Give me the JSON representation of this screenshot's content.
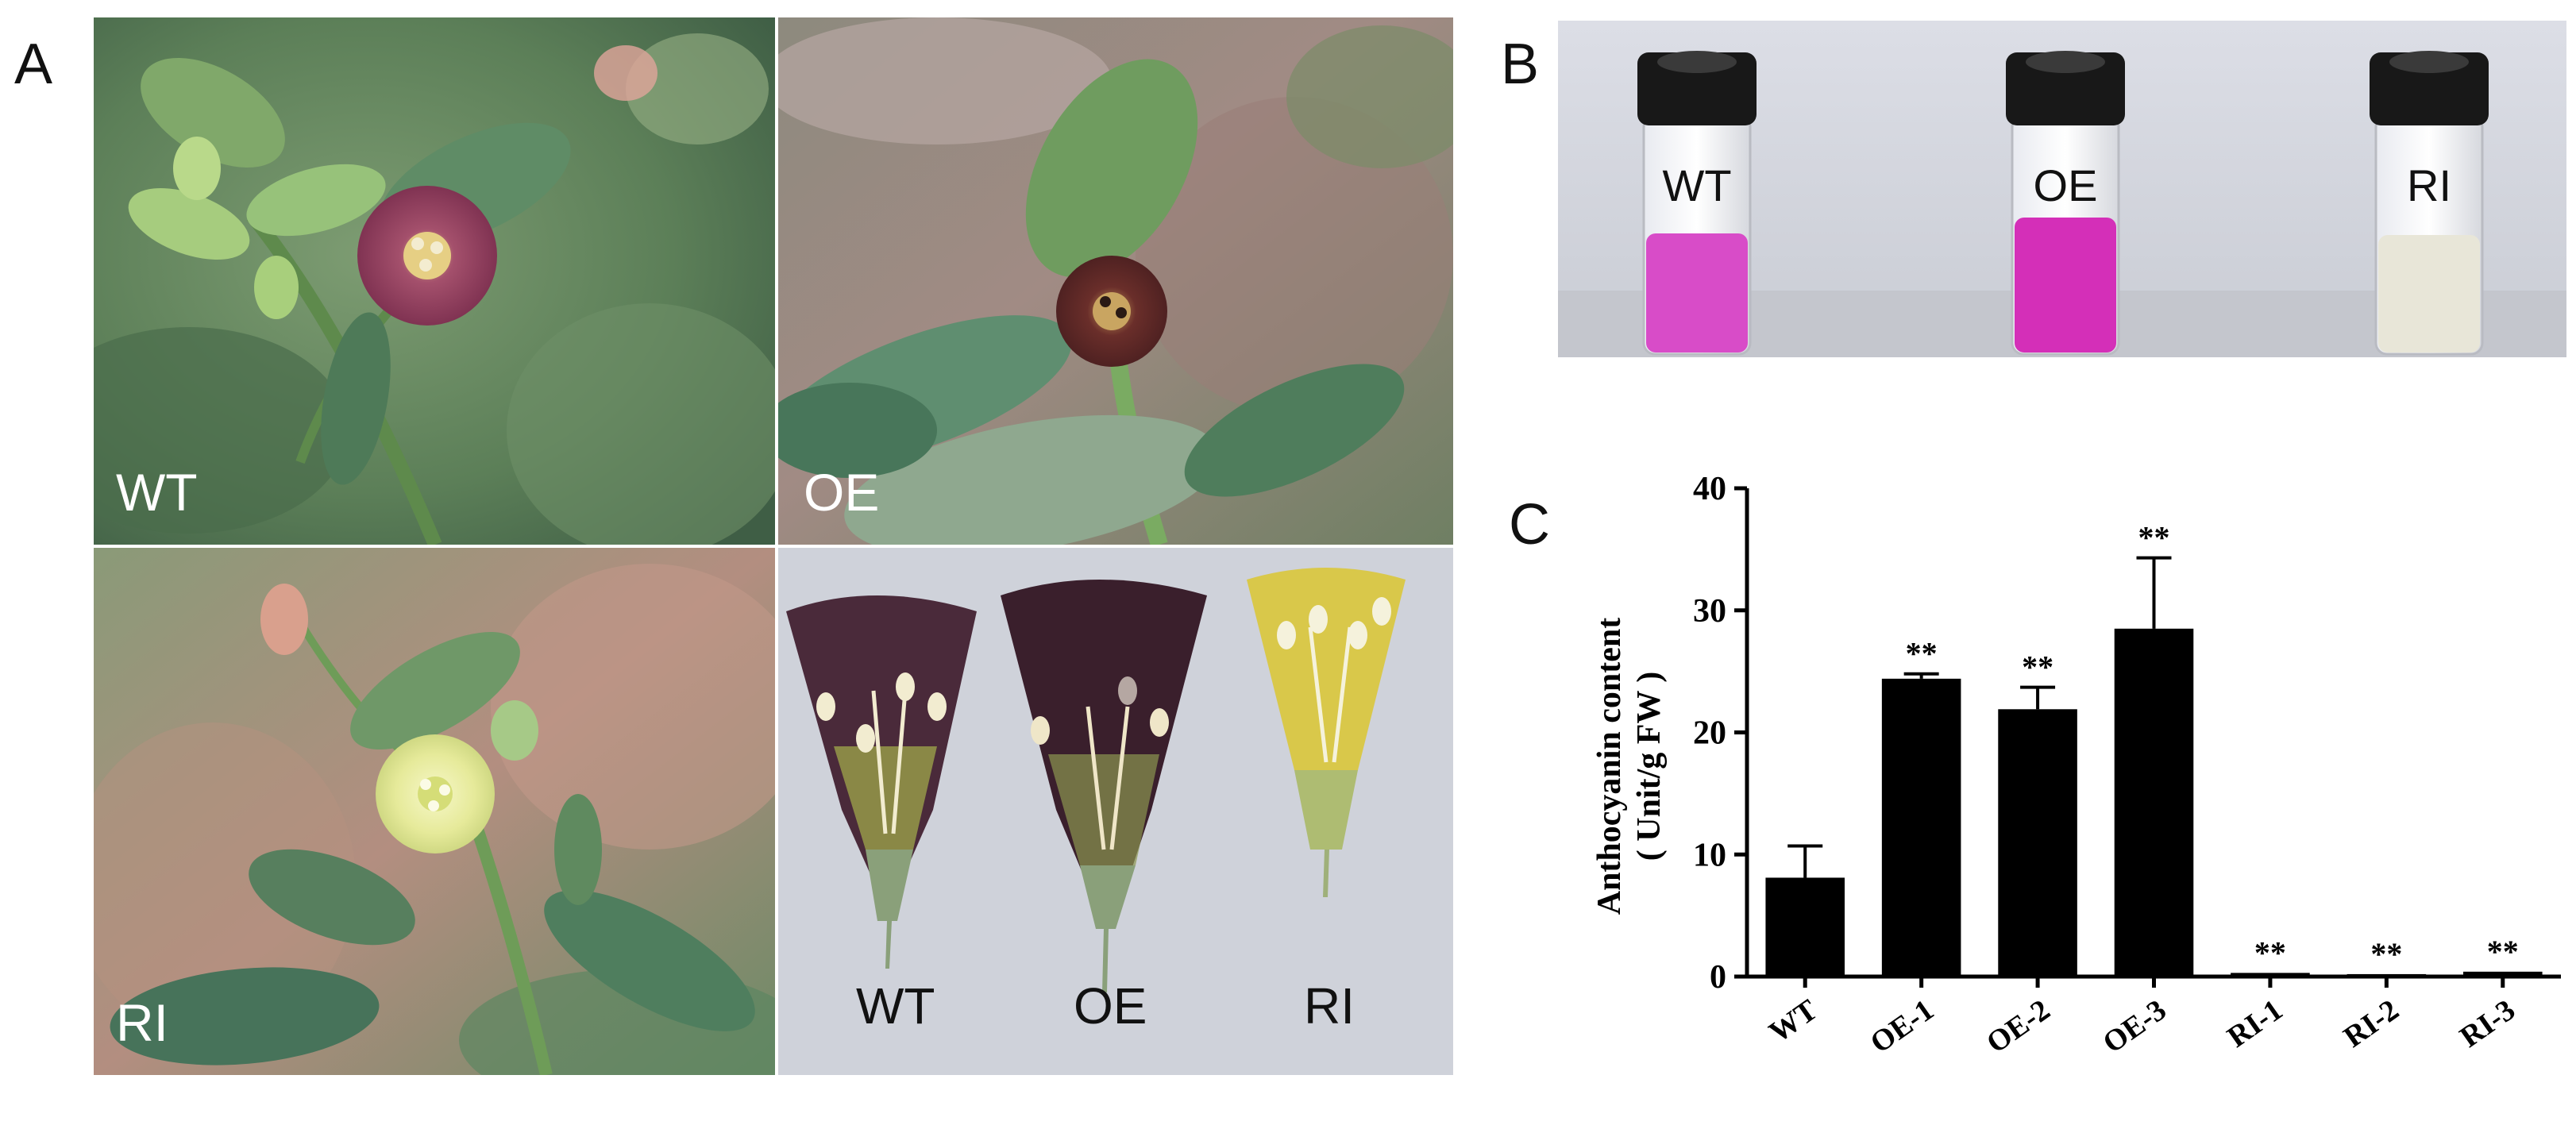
{
  "figure": {
    "panel_a": {
      "letter": "A",
      "photos": [
        {
          "label": "WT"
        },
        {
          "label": "OE"
        },
        {
          "label": "RI"
        }
      ],
      "dissected_labels": [
        "WT",
        "OE",
        "RI"
      ],
      "colors": {
        "wt_flower": "#8a3a5e",
        "oe_flower": "#5a2a2a",
        "ri_flower": "#e6ea9a",
        "leaf": "#4e7e58",
        "bg_green": "#6a8f64",
        "bg_rose": "#b08b7f"
      }
    },
    "panel_b": {
      "letter": "B",
      "vials": [
        {
          "label": "WT",
          "liquid_color": "#d84cc8"
        },
        {
          "label": "OE",
          "liquid_color": "#d42fb8"
        },
        {
          "label": "RI",
          "liquid_color": "#e8e6d8"
        }
      ]
    },
    "panel_c": {
      "letter": "C"
    }
  },
  "chart_data": {
    "type": "bar",
    "categories": [
      "WT",
      "OE-1",
      "OE-2",
      "OE-3",
      "RI-1",
      "RI-2",
      "RI-3"
    ],
    "values": [
      8.1,
      24.4,
      21.9,
      28.5,
      0.3,
      0.2,
      0.4
    ],
    "errors": [
      2.6,
      0.4,
      1.8,
      5.8,
      0.1,
      0.1,
      0.1
    ],
    "significance": [
      "",
      "**",
      "**",
      "**",
      "**",
      "**",
      "**"
    ],
    "ylabel_line1": "Anthocyanin content",
    "ylabel_line2": "( Unit/g FW )",
    "ylim": [
      0,
      40
    ],
    "yticks": [
      0,
      10,
      20,
      30,
      40
    ],
    "bar_color": "#000000",
    "grid": false
  }
}
